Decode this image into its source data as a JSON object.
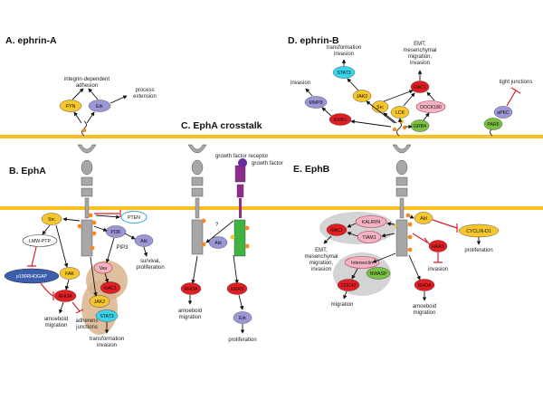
{
  "sections": {
    "a": "A. ephrin-A",
    "b": "B. EphA",
    "c": "C. EphA crosstalk",
    "d": "D. ephrin-B",
    "e": "E. EphB"
  },
  "labels": {
    "integrin": "integrin-dependent",
    "adhesion": "adhesion",
    "process": "process",
    "extension": "extension",
    "gf_receptor": "growth factor receptor",
    "growth_factor": "growth factor",
    "question": "?",
    "survival": "survival,",
    "proliferation_b": "proliferation",
    "pip3": "PIP3",
    "amoeboid_b1": "amoeboid",
    "migration_b1": "migration",
    "adherens": "adherens",
    "junctions": "junctions",
    "transformation_b": "transformation",
    "invasion_b": "invasion",
    "amoeboid_c1": "amoeboid",
    "migration_c1": "migration",
    "proliferation_c": "proliferation",
    "transformation_d": "transformation",
    "invasion_d": "invasion",
    "invasion_d2": "invasion",
    "emt_d": "EMT,",
    "mesenchymal_d": "mesenchymal",
    "migration_d": "migration,",
    "invasion_d3": "invasion",
    "tight": "tight junctions",
    "emt_e": "EMT,",
    "mesenchymal_e": "mesenchymal",
    "migration_e": "migration,",
    "invasion_e": "invasion",
    "invasion_e2": "invasion",
    "proliferation_e": "proliferation",
    "migration_e2": "migration",
    "amoeboid_e": "amoeboid",
    "migration_e3": "migration"
  },
  "nodes": {
    "fyn": "FYN",
    "erk_a": "Erk",
    "src_b": "Src",
    "lmwptp": "LMW-PTP",
    "p190": "p190RHOGAP",
    "fak": "FAK",
    "rhoa_b": "RHOA",
    "pten": "PTEN",
    "pi3k": "PI3K",
    "akt_b": "Akt",
    "vav": "Vav",
    "rac1_b": "RAC1",
    "jak2_b": "JAK2",
    "stat3_b": "STAT3",
    "akt_c": "Akt",
    "rhoa_c": "RHOA",
    "hras": "HRAS",
    "erk_c": "Erk",
    "stat3_d": "STAT3",
    "jak2_d": "JAK2",
    "mmp8": "MMP8",
    "axin1": "AXIN1",
    "src_d": "Src",
    "lck": "LCK",
    "rac1_d": "RAC1",
    "dock180": "DOCK180",
    "grb4": "GRB4",
    "apkc": "aPKC",
    "par6": "PAR6",
    "kalirin": "KALIRIN",
    "tiam1": "TIAM1",
    "rac1_e": "RAC1",
    "abl": "Abl",
    "cyclind1": "CYCLIN-D1",
    "hras_e": "HRAS",
    "intersectin": "Intersectin",
    "nwasp": "NWASP",
    "cdc42": "CDC42",
    "rhoa_e": "RHOA"
  },
  "colors": {
    "membrane": "#fbbf24",
    "receptor": "#a7a7a7",
    "red": "#e21d23",
    "yellow": "#f6c62c",
    "purple": "#9b96d6",
    "cyan": "#39d5ec",
    "pink": "#f4b3c3",
    "green": "#7ac142",
    "blue": "#3b5fad",
    "shade": "#d9b48c",
    "gray_shade": "#cfcfcf"
  }
}
